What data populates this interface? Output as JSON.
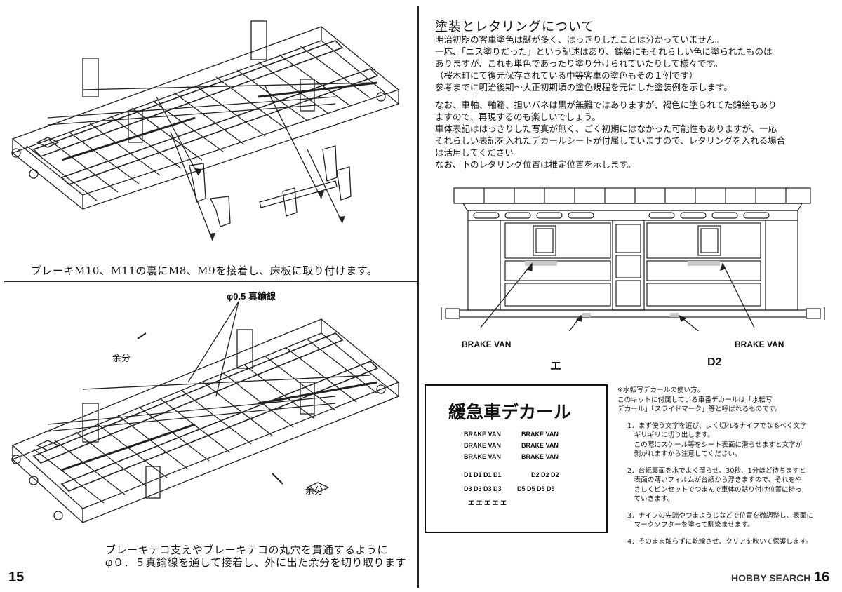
{
  "page_left_number": "15",
  "page_right_number": "16",
  "left_top_caption": "ブレーキM10、M11の裏にM8、M9を接着し、床板に取り付けます。",
  "left_bottom": {
    "wire_label": "φ0.5 真鍮線",
    "excess_label_1": "余分",
    "excess_label_2": "余分",
    "caption_line1": "ブレーキテコ支えやブレーキテコの丸穴を貫通するように",
    "caption_line2": "φ０．５真鍮線を通して接着し、外に出た余分を切り取ります"
  },
  "right": {
    "title": "塗装とレタリングについて",
    "para1": [
      "明治初期の客車塗色は謎が多く、はっきりしたことは分かっていません。",
      "一応、「ニス塗りだった」という記述はあり、錦絵にもそれらしい色に塗られたものは",
      "ありますが、これも単色であったり塗り分けられていたりして様々です。",
      "（桜木町にて復元保存されている中等客車の塗色もその１例です）",
      "参考までに明治後期〜大正初期頃の塗色規程を元にした塗装例を示します。"
    ],
    "para2": [
      "なお、車軸、軸箱、担いバネは黒が無難ではありますが、褐色に塗られてた錦絵もあり",
      "ますので、再現するのも楽しいでしょう。",
      "車体表記ははっきりした写真が無く、ごく初期にはなかった可能性もありますが、一応",
      "それらしい表記を入れたデカールシートが付属していますので、レタリングを入れる場合",
      "は活用してください。",
      "なお、下のレタリング位置は推定位置を示します。"
    ],
    "diagram_labels": {
      "brake_van_left": "BRAKE  VAN",
      "e_label": "エ",
      "d2_label": "D2",
      "brake_van_right": "BRAKE  VAN"
    },
    "decal": {
      "title": "緩急車デカール",
      "rows": [
        [
          "BRAKE VAN",
          "BRAKE VAN"
        ],
        [
          "BRAKE VAN",
          "BRAKE VAN"
        ],
        [
          "BRAKE VAN",
          "BRAKE VAN"
        ]
      ],
      "d1_row": "D1  D1  D1  D1",
      "d2_row": "D2  D2  D2",
      "d3_row": "D3  D3  D3  D3",
      "d5_row": "D5    D5    D5    D5",
      "e_row": "エ エ エ エ エ"
    },
    "notes": {
      "head": "※水転写デカールの使い方。",
      "intro": [
        "このキットに付属している車番デカールは「水転写",
        "デカール」「スライドマーク」等と呼ばれるものです。"
      ],
      "steps": [
        [
          "1．まず使う文字を選び、よく切れるナイフでなるべく文字",
          "　ギリギリに切り出します。",
          "　この際にスケール等をシート表面に滑らせますと文字が",
          "　剥がれますから注意してください。"
        ],
        [
          "2．台紙裏面を水でよく湿らせ、30秒、1分ほど待ちますと",
          "　表面の薄いフィルムが台紙から浮きますので、それをや",
          "　さしくピンセットでつまんで車体の貼り付け位置に持っ",
          "　ていきます。"
        ],
        [
          "3．ナイフの先端やつまようじなどで位置を微調整し、表面に",
          "　マークソフターを塗って馴染ませます。"
        ],
        [
          "4．そのまま触らずに乾燥させ、クリアを吹いて保護します。"
        ]
      ]
    }
  },
  "watermark": "HOBBY SEARCH"
}
